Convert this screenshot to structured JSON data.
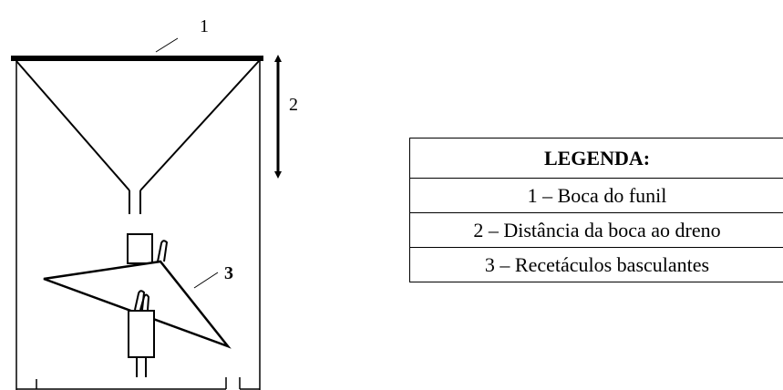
{
  "diagram": {
    "callouts": {
      "c1": "1",
      "c2": "2",
      "c3": "3"
    }
  },
  "legend": {
    "title": "LEGENDA:",
    "rows": [
      "1 – Boca do funil",
      "2 – Distância da boca ao dreno",
      "3 – Recetáculos basculantes"
    ]
  }
}
